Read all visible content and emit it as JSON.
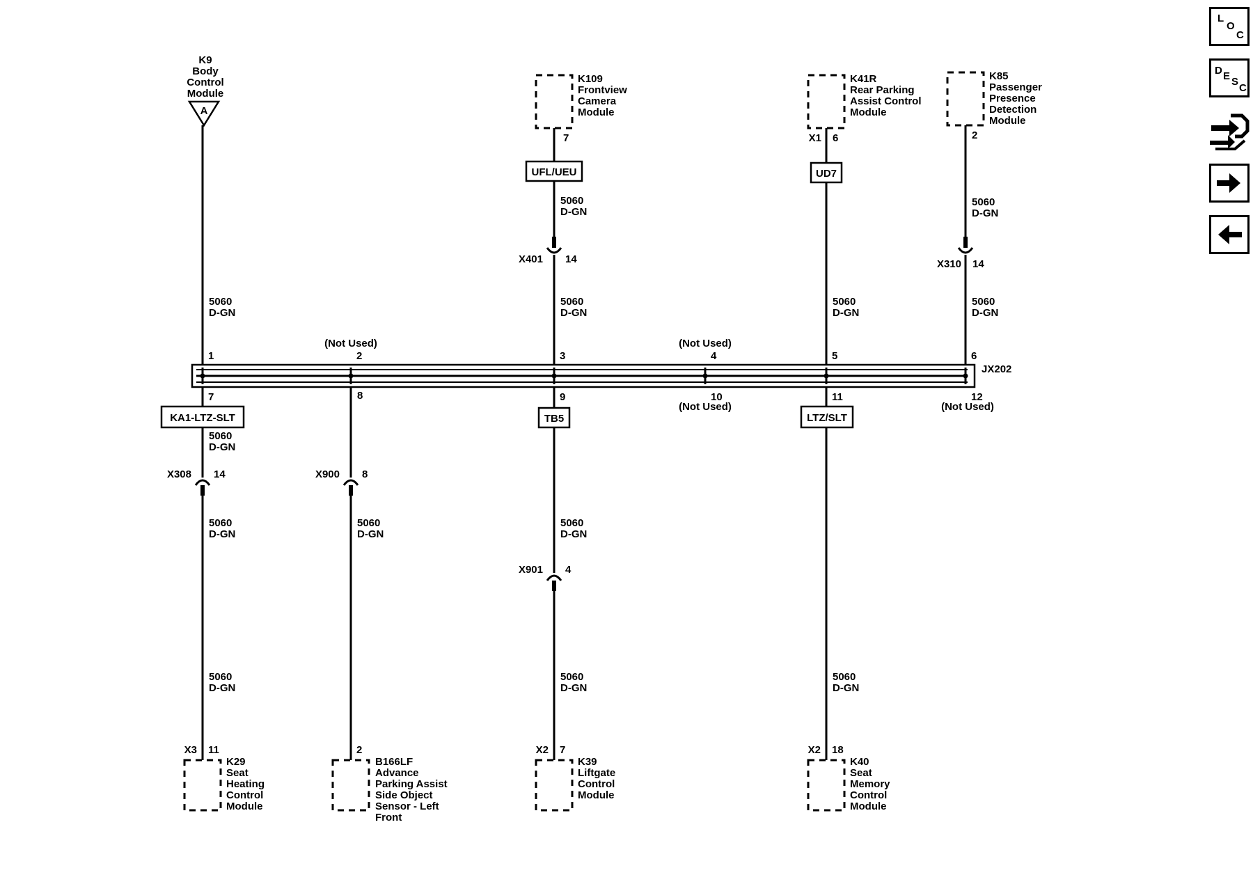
{
  "nav": {
    "loc": {
      "l1": "L",
      "l2": "O",
      "l3": "C"
    },
    "desc": {
      "l1": "D",
      "l2": "E",
      "l3": "S",
      "l4": "C"
    }
  },
  "components": {
    "k9": {
      "lines": [
        "K9",
        "Body",
        "Control",
        "Module"
      ],
      "marker": "A"
    },
    "k109": {
      "lines": [
        "K109",
        "Frontview",
        "Camera",
        "Module"
      ],
      "pin": "7"
    },
    "k41r": {
      "lines": [
        "K41R",
        "Rear Parking",
        "Assist Control",
        "Module"
      ],
      "conn": "X1",
      "pin": "6"
    },
    "k85": {
      "lines": [
        "K85",
        "Passenger",
        "Presence",
        "Detection",
        "Module"
      ],
      "pin": "2"
    },
    "k29": {
      "lines": [
        "K29",
        "Seat",
        "Heating",
        "Control",
        "Module"
      ],
      "conn": "X3",
      "pin": "11"
    },
    "b166lf": {
      "lines": [
        "B166LF",
        "Advance",
        "Parking Assist",
        "Side Object",
        "Sensor - Left",
        "Front"
      ],
      "pin": "2"
    },
    "k39": {
      "lines": [
        "K39",
        "Liftgate",
        "Control",
        "Module"
      ],
      "conn": "X2",
      "pin": "7"
    },
    "k40": {
      "lines": [
        "K40",
        "Seat",
        "Memory",
        "Control",
        "Module"
      ],
      "conn": "X2",
      "pin": "18"
    }
  },
  "options": {
    "ufl": "UFL/UEU",
    "ud7": "UD7",
    "ka1": "KA1-LTZ-SLT",
    "tb5": "TB5",
    "ltz": "LTZ/SLT"
  },
  "inline_connectors": {
    "x401": {
      "name": "X401",
      "pin": "14"
    },
    "x310": {
      "name": "X310",
      "pin": "14"
    },
    "x308": {
      "name": "X308",
      "pin": "14"
    },
    "x900": {
      "name": "X900",
      "pin": "8"
    },
    "x901": {
      "name": "X901",
      "pin": "4"
    }
  },
  "wire": {
    "circuit": "5060",
    "color": "D-GN"
  },
  "splice": {
    "name": "JX202",
    "top_pins": [
      "1",
      "2",
      "3",
      "4",
      "5",
      "6"
    ],
    "bottom_pins": [
      "7",
      "8",
      "9",
      "10",
      "11",
      "12"
    ],
    "not_used": "(Not Used)"
  }
}
